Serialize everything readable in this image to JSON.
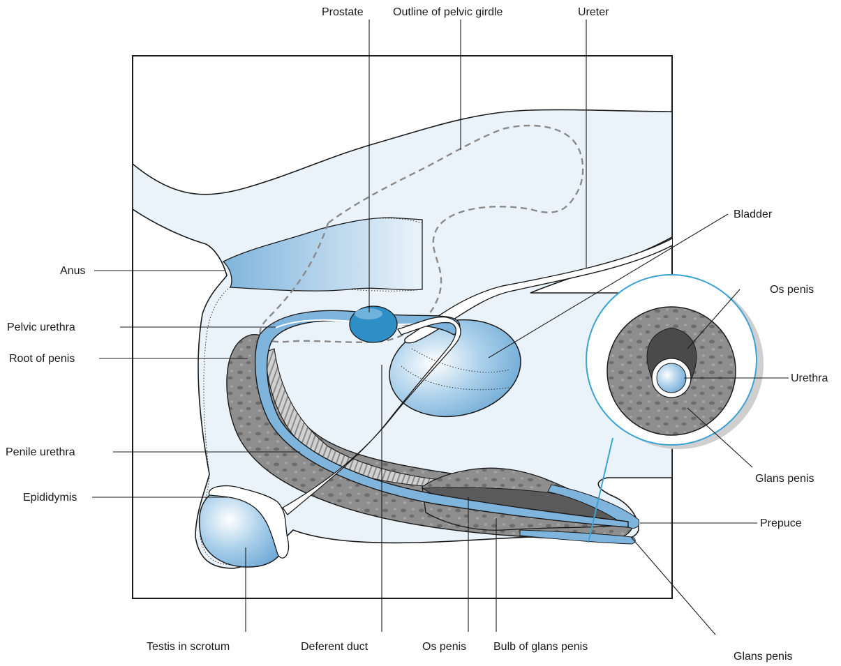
{
  "labels": {
    "prostate": "Prostate",
    "pelvic_girdle": "Outline of pelvic girdle",
    "ureter": "Ureter",
    "bladder": "Bladder",
    "anus": "Anus",
    "pelvic_urethra": "Pelvic urethra",
    "root_of_penis": "Root of penis",
    "penile_urethra": "Penile urethra",
    "epididymis": "Epididymis",
    "testis": "Testis in scrotum",
    "deferent_duct": "Deferent duct",
    "os_penis_bottom": "Os penis",
    "bulb_glans": "Bulb of glans penis",
    "glans_bottom": "Glans penis",
    "prepuce": "Prepuce",
    "os_penis_inset": "Os penis",
    "urethra_inset": "Urethra",
    "glans_inset": "Glans penis"
  },
  "colors": {
    "background_tissue": "#eaf3fa",
    "blue_organ": "#7fb4dc",
    "blue_dark": "#2e8fc6",
    "erectile_tissue": "#8d8d8d",
    "inset_ring": "#3ba3d4"
  }
}
